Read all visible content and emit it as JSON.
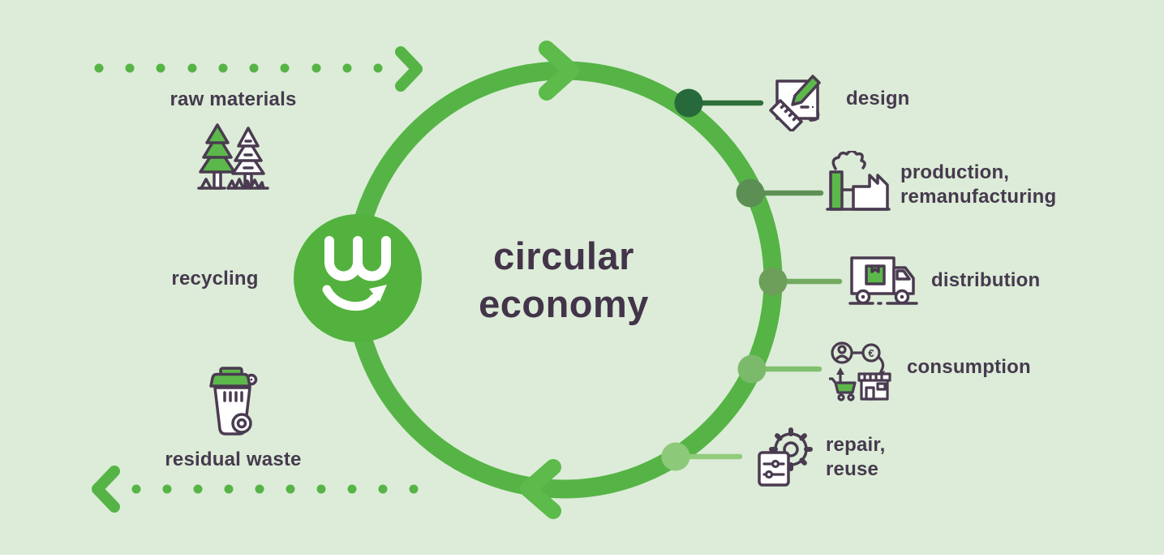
{
  "title": {
    "lines": [
      "circular",
      "economy"
    ]
  },
  "logo": {
    "letter": "w",
    "description": "white w with smile arrow in green circle"
  },
  "left_flow": {
    "raw_materials": "raw materials",
    "recycling": "recycling",
    "residual_waste": "residual waste"
  },
  "stages": [
    {
      "id": "design",
      "lines": [
        "design"
      ],
      "dot_color": "#26693a",
      "line_color": "#2d6e3a"
    },
    {
      "id": "production",
      "lines": [
        "production,",
        "remanufacturing"
      ],
      "dot_color": "#5b8f53",
      "line_color": "#5d9154"
    },
    {
      "id": "distribution",
      "lines": [
        "distribution"
      ],
      "dot_color": "#6d9f5b",
      "line_color": "#73aa60"
    },
    {
      "id": "consumption",
      "lines": [
        "consumption"
      ],
      "dot_color": "#7cba6b",
      "line_color": "#80c06e"
    },
    {
      "id": "repair",
      "lines": [
        "repair,",
        "reuse"
      ],
      "dot_color": "#8cca7a",
      "line_color": "#90cc7c"
    }
  ],
  "icons": [
    "pine-trees-icon",
    "wheelie-bin-icon",
    "design-sketch-icon",
    "factory-icon",
    "delivery-truck-icon",
    "consumption-shop-icon",
    "gear-settings-icon",
    "w-smile-logo"
  ],
  "colors": {
    "background": "#dcecd8",
    "ring_green": "#56b446",
    "accent_green": "#5cbb4a",
    "badge_green": "#52b23d",
    "icon_green": "#5cb84a",
    "text_dark": "#463a4e",
    "title_dark": "#43344a",
    "icon_outline": "#4a3b50"
  }
}
